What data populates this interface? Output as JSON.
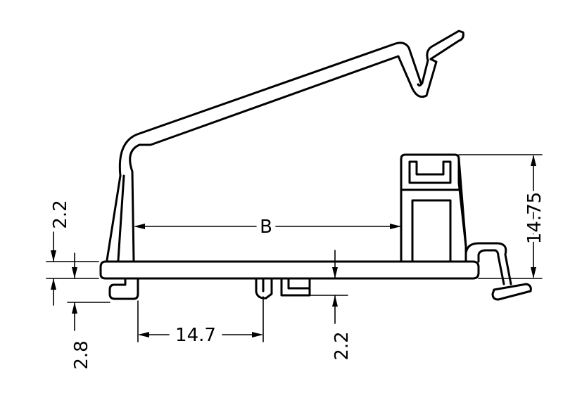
{
  "dimensions": {
    "b_label": "B",
    "left_height": "2.2",
    "left_lower": "2.8",
    "bottom_width": "14.7",
    "bottom_height": "2.2",
    "right_height": "14.75"
  }
}
